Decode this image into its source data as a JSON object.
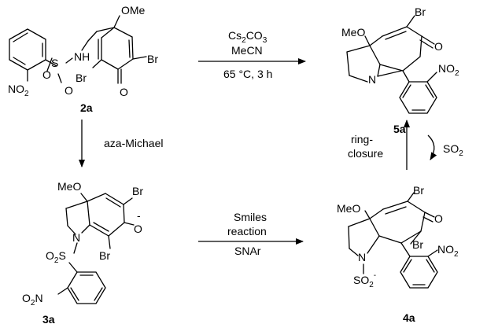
{
  "compounds": {
    "c2a": "2a",
    "c5a": "5a",
    "c3a": "3a",
    "c4a": "4a"
  },
  "atoms": {
    "ome": "OMe",
    "meo": "MeO",
    "br": "Br",
    "o": "O",
    "n": "N",
    "nh": "NH",
    "s": "S",
    "o2": "O",
    "no2_n": "NO",
    "no2_r": "O",
    "two": "2",
    "ominus": "O",
    "minus": "-",
    "so": "SO",
    "no": "NO",
    "o2n_o": "O",
    "o2n_n": "N",
    "o2s_o": "O",
    "o2s_s": "S"
  },
  "reactions": {
    "r1": {
      "line1": "Cs",
      "line1_sub": "2",
      "line1_rest": "CO",
      "line1_sub2": "3",
      "line2": "MeCN",
      "line3": "65 °C, 3 h"
    },
    "r2": {
      "label": "aza-Michael"
    },
    "r3": {
      "line1": "Smiles",
      "line2": "reaction",
      "line3": "SNAr"
    },
    "r4": {
      "line1": "ring-",
      "line2": "closure",
      "reagent": "SO",
      "reagent_sub": "2"
    }
  }
}
